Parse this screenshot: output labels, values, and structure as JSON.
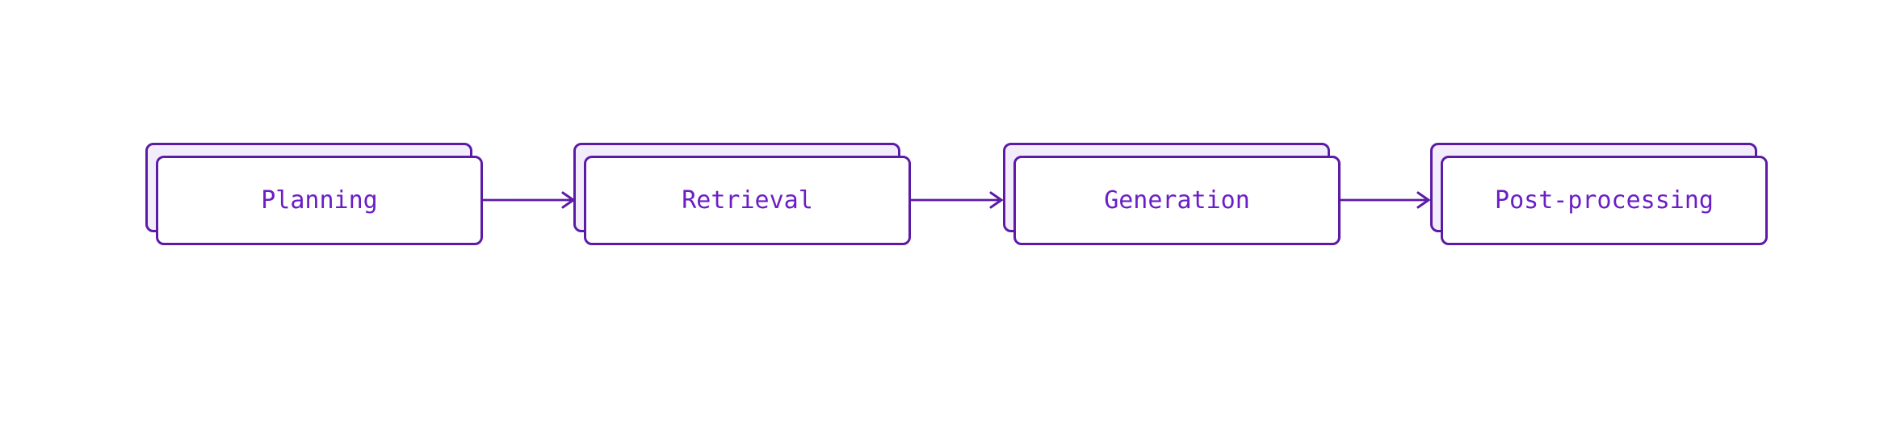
{
  "diagram": {
    "type": "flowchart",
    "direction": "left-to-right",
    "title": "",
    "nodes": [
      {
        "id": "planning",
        "label": "Planning",
        "shape": "stacked-rounded-rectangle"
      },
      {
        "id": "retrieval",
        "label": "Retrieval",
        "shape": "stacked-rounded-rectangle"
      },
      {
        "id": "generation",
        "label": "Generation",
        "shape": "stacked-rounded-rectangle"
      },
      {
        "id": "post-processing",
        "label": "Post-processing",
        "shape": "stacked-rounded-rectangle"
      }
    ],
    "edges": [
      {
        "from": "planning",
        "to": "retrieval",
        "style": "arrow"
      },
      {
        "from": "retrieval",
        "to": "generation",
        "style": "arrow"
      },
      {
        "from": "generation",
        "to": "post-processing",
        "style": "arrow"
      }
    ],
    "colors": {
      "stroke": "#5c1ba6",
      "label": "#6b1ec6",
      "back_fill": "#f3ecfb",
      "front_fill": "#ffffff",
      "background": "#ffffff"
    }
  }
}
